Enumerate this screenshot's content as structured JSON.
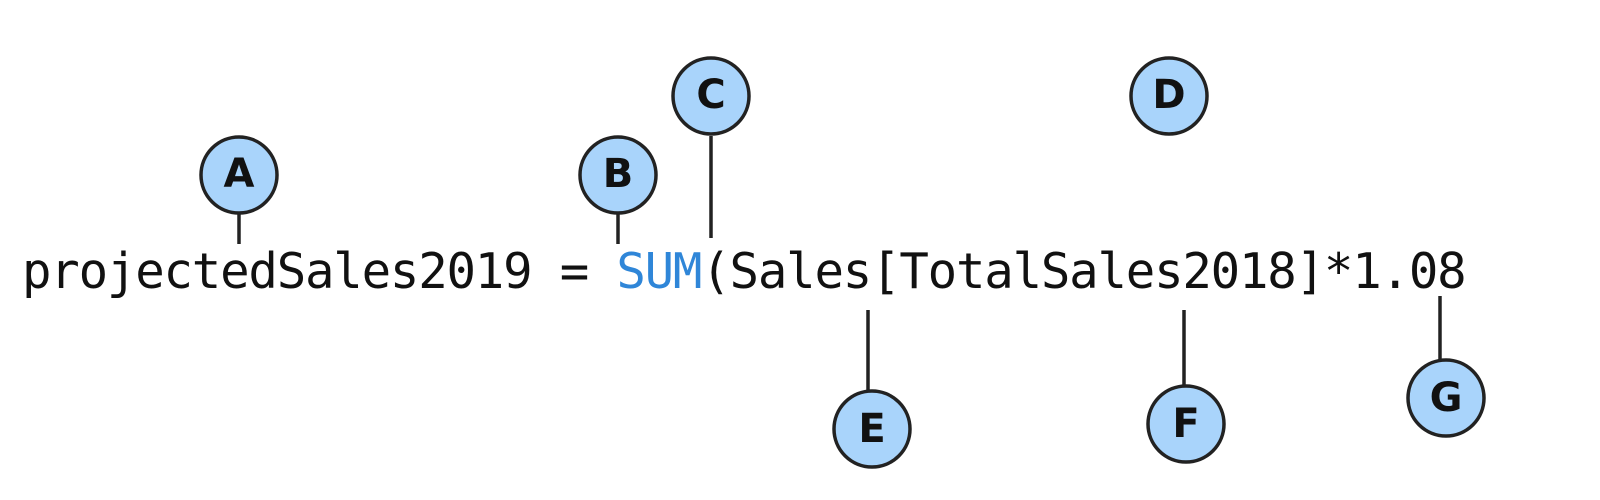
{
  "formula": {
    "name": "projectedSales2019",
    "equals": " = ",
    "function": "SUM",
    "open_paren": "(",
    "table": "Sales",
    "open_bracket": "[",
    "column": "TotalSales2018",
    "close_bracket": "]",
    "operator": "*",
    "multiplier": "1.08"
  },
  "callouts": {
    "a": "A",
    "b": "B",
    "c": "C",
    "d": "D",
    "e": "E",
    "f": "F",
    "g": "G"
  },
  "colors": {
    "function_blue": "#2f86d8",
    "callout_fill": "#a9d4fb",
    "ink": "#111111"
  }
}
